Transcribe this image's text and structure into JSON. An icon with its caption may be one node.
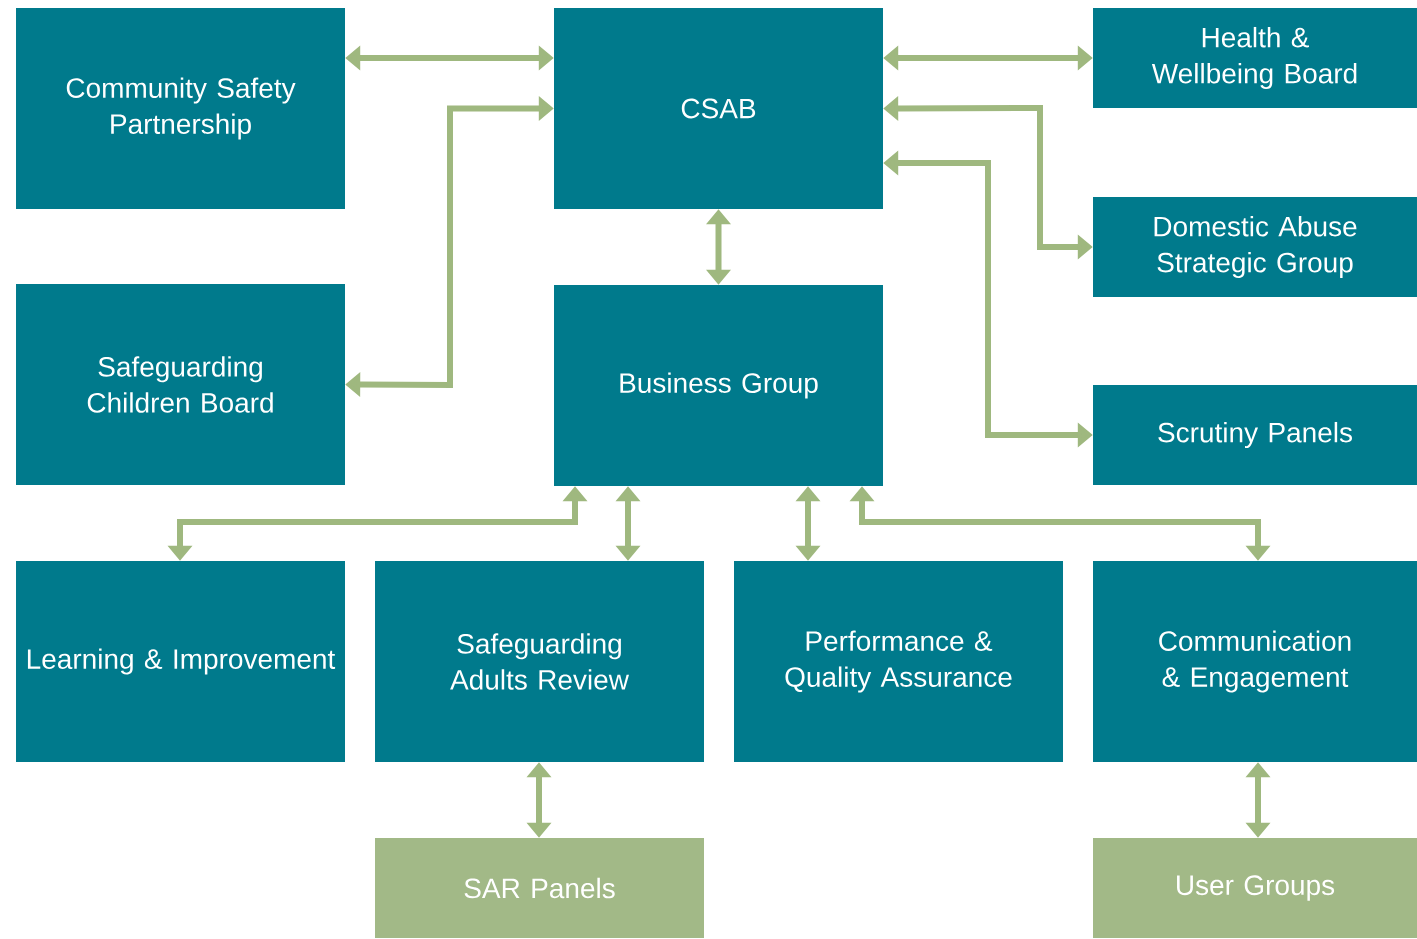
{
  "diagram": {
    "nodes": [
      {
        "text": [
          "Community Safety Partnership"
        ]
      },
      {
        "text": [
          "CSAB"
        ]
      },
      {
        "text": [
          "Health & Wellbeing Board"
        ]
      },
      {
        "text": [
          "Safeguarding Children Board"
        ]
      },
      {
        "text": [
          "Business Group"
        ]
      },
      {
        "text": [
          "Domestic Abuse Strategic Group"
        ]
      },
      {
        "text": [
          "Scrutiny Panels"
        ]
      },
      {
        "text": [
          "Learning & Improvement"
        ]
      },
      {
        "text": [
          "Safeguarding Adults Review"
        ]
      },
      {
        "text": [
          "Performance & Quality Assurance"
        ]
      },
      {
        "text": [
          "Communication & Engagement"
        ]
      },
      {
        "text": [
          "SAR Panels"
        ]
      },
      {
        "text": [
          "User Groups"
        ]
      }
    ],
    "edges": [
      {
        "from": 0,
        "to": 1,
        "arrow": "both"
      },
      {
        "from": 3,
        "to": 1,
        "arrow": "both"
      },
      {
        "from": 1,
        "to": 2,
        "arrow": "both"
      },
      {
        "from": 1,
        "to": 5,
        "arrow": "both"
      },
      {
        "from": 1,
        "to": 6,
        "arrow": "both"
      },
      {
        "from": 1,
        "to": 4,
        "arrow": "both"
      },
      {
        "from": 4,
        "to": 7,
        "arrow": "both"
      },
      {
        "from": 4,
        "to": 8,
        "arrow": "both"
      },
      {
        "from": 4,
        "to": 9,
        "arrow": "both"
      },
      {
        "from": 4,
        "to": 10,
        "arrow": "both"
      },
      {
        "from": 8,
        "to": 11,
        "arrow": "both"
      },
      {
        "from": 10,
        "to": 12,
        "arrow": "both"
      }
    ]
  }
}
